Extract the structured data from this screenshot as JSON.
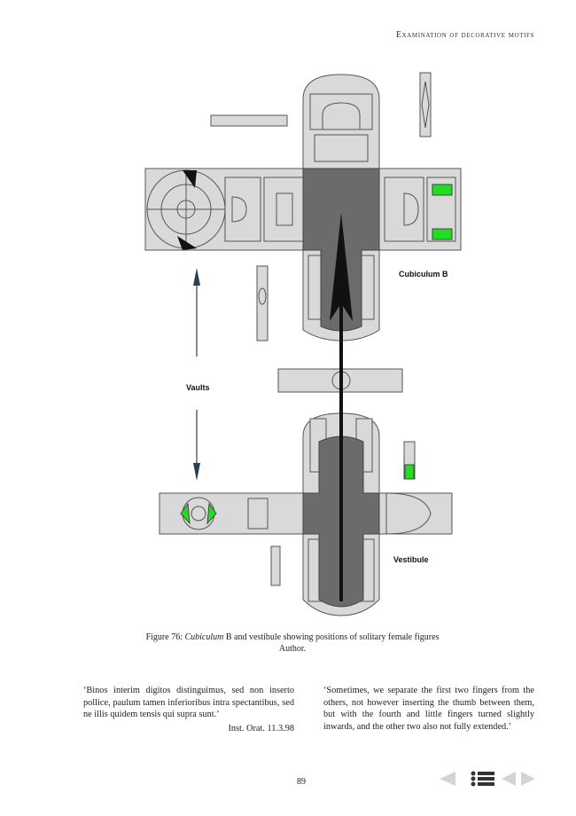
{
  "running_head": "Examination of decorative motifs",
  "figure": {
    "labels": {
      "cubiculum": "Cubiculum B",
      "vaults": "Vaults",
      "vestibule": "Vestibule"
    },
    "colors": {
      "wall_fill": "#d9d9d9",
      "wall_stroke": "#555555",
      "room_fill": "#6b6b6b",
      "highlight": "#22dd22",
      "arrow_dark": "#111111",
      "arrow_blue": "#2a3f55"
    }
  },
  "caption": {
    "prefix": "Figure 76: ",
    "italic": "Cubiculum",
    "rest": " B and vestibule showing positions of solitary female figures",
    "credit": "Author."
  },
  "quote_latin": "‘Binos interim digitos distinguimus, sed non inserto pollice, paulum tamen inferioribus intra spectantibus, sed ne illis quidem tensis qui supra sunt.’",
  "citation": "Inst. Orat. 11.3.98",
  "quote_english": "‘Sometimes, we separate the first two fingers from the others, not however inserting the thumb between them, but with the fourth and little fingers turned slightly inwards, and the other two also not fully extended.’",
  "page_number": "89",
  "nav": {
    "icons": [
      "previous-page-icon",
      "table-of-contents-icon",
      "back-icon",
      "forward-icon"
    ]
  }
}
